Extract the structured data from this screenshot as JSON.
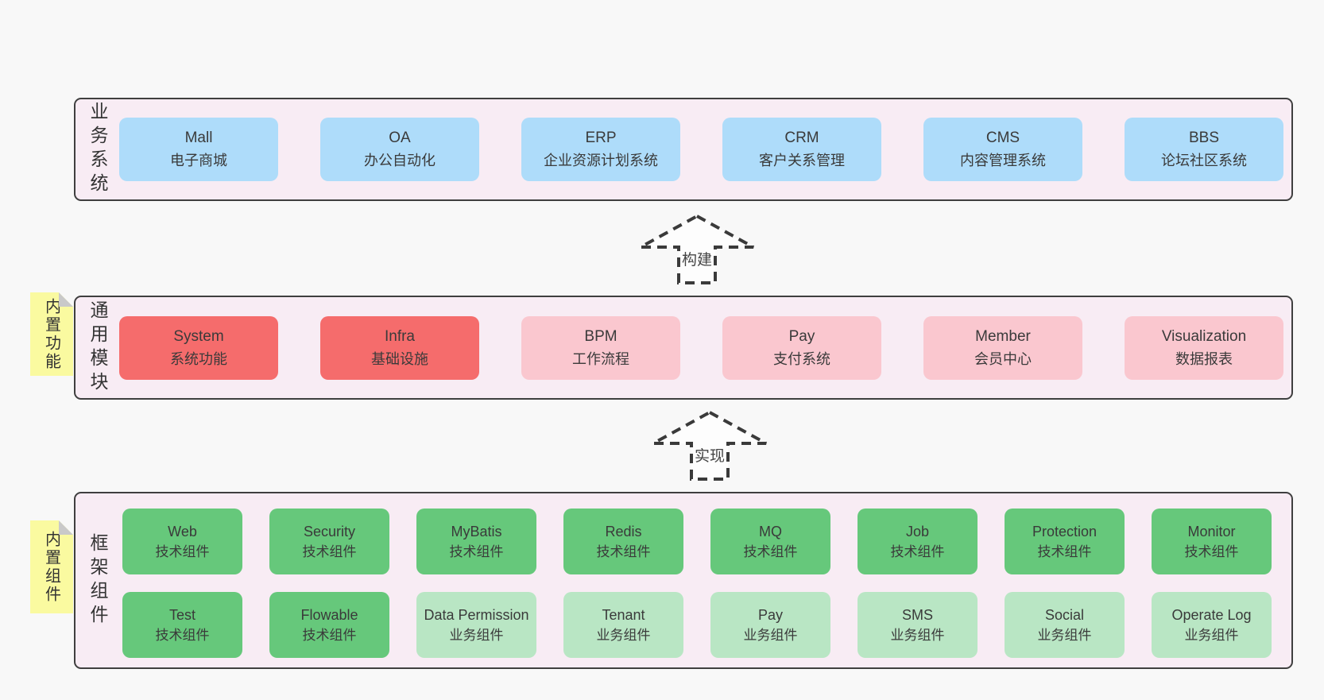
{
  "colors": {
    "page_bg": "#f8f8f8",
    "band_bg": "#f8ecf4",
    "band_border": "#3f3f3f",
    "blue": "#aedcfa",
    "red": "#f56c6c",
    "pink": "#fac7cf",
    "green": "#66c87b",
    "light_green": "#b9e6c4",
    "note_yellow": "#fafaa0",
    "note_fold": "#c9c9c9",
    "text": "#3a3a3a"
  },
  "bands": [
    {
      "label": "业务系统",
      "boxes": [
        {
          "name": "Mall",
          "desc": "电子商城",
          "variant": "blue"
        },
        {
          "name": "OA",
          "desc": "办公自动化",
          "variant": "blue"
        },
        {
          "name": "ERP",
          "desc": "企业资源计划系统",
          "variant": "blue"
        },
        {
          "name": "CRM",
          "desc": "客户关系管理",
          "variant": "blue"
        },
        {
          "name": "CMS",
          "desc": "内容管理系统",
          "variant": "blue"
        },
        {
          "name": "BBS",
          "desc": "论坛社区系统",
          "variant": "blue"
        }
      ]
    },
    {
      "label": "通用模块",
      "note": "内置功能",
      "boxes": [
        {
          "name": "System",
          "desc": "系统功能",
          "variant": "red"
        },
        {
          "name": "Infra",
          "desc": "基础设施",
          "variant": "red"
        },
        {
          "name": "BPM",
          "desc": "工作流程",
          "variant": "pink"
        },
        {
          "name": "Pay",
          "desc": "支付系统",
          "variant": "pink"
        },
        {
          "name": "Member",
          "desc": "会员中心",
          "variant": "pink"
        },
        {
          "name": "Visualization",
          "desc": "数据报表",
          "variant": "pink"
        }
      ]
    },
    {
      "label": "框架组件",
      "note": "内置组件",
      "rows": [
        [
          {
            "name": "Web",
            "desc": "技术组件",
            "variant": "green"
          },
          {
            "name": "Security",
            "desc": "技术组件",
            "variant": "green"
          },
          {
            "name": "MyBatis",
            "desc": "技术组件",
            "variant": "green"
          },
          {
            "name": "Redis",
            "desc": "技术组件",
            "variant": "green"
          },
          {
            "name": "MQ",
            "desc": "技术组件",
            "variant": "green"
          },
          {
            "name": "Job",
            "desc": "技术组件",
            "variant": "green"
          },
          {
            "name": "Protection",
            "desc": "技术组件",
            "variant": "green"
          },
          {
            "name": "Monitor",
            "desc": "技术组件",
            "variant": "green"
          }
        ],
        [
          {
            "name": "Test",
            "desc": "技术组件",
            "variant": "green"
          },
          {
            "name": "Flowable",
            "desc": "技术组件",
            "variant": "green"
          },
          {
            "name": "Data Permission",
            "desc": "业务组件",
            "variant": "lgreen"
          },
          {
            "name": "Tenant",
            "desc": "业务组件",
            "variant": "lgreen"
          },
          {
            "name": "Pay",
            "desc": "业务组件",
            "variant": "lgreen"
          },
          {
            "name": "SMS",
            "desc": "业务组件",
            "variant": "lgreen"
          },
          {
            "name": "Social",
            "desc": "业务组件",
            "variant": "lgreen"
          },
          {
            "name": "Operate Log",
            "desc": "业务组件",
            "variant": "lgreen"
          }
        ]
      ]
    }
  ],
  "arrows": [
    {
      "label": "构建"
    },
    {
      "label": "实现"
    }
  ]
}
